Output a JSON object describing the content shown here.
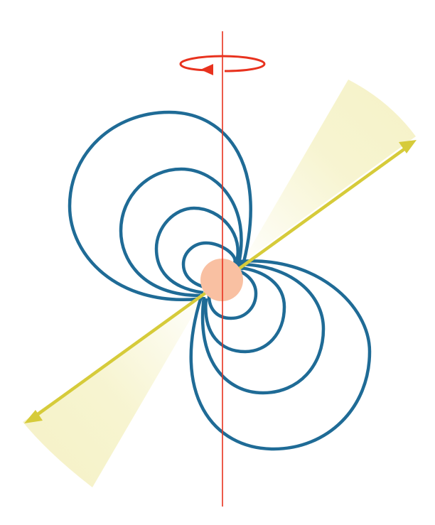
{
  "diagram": {
    "type": "pulsar-model",
    "colors": {
      "field_lines": "#1f6b96",
      "rotation_axis": "#e8321e",
      "beam_axis": "#d6cb3a",
      "beam_cone": "#f3efb9",
      "star": "#f9c0a2",
      "background": "#ffffff"
    },
    "elements": {
      "rotation_axis": "vertical-line",
      "rotation_indicator": "counterclockwise-ellipse-arrow",
      "magnetic_axis": "double-headed-arrow",
      "emission_beams": "two-cones",
      "neutron_star": "circle",
      "field_line_loops_per_side": 4
    }
  }
}
